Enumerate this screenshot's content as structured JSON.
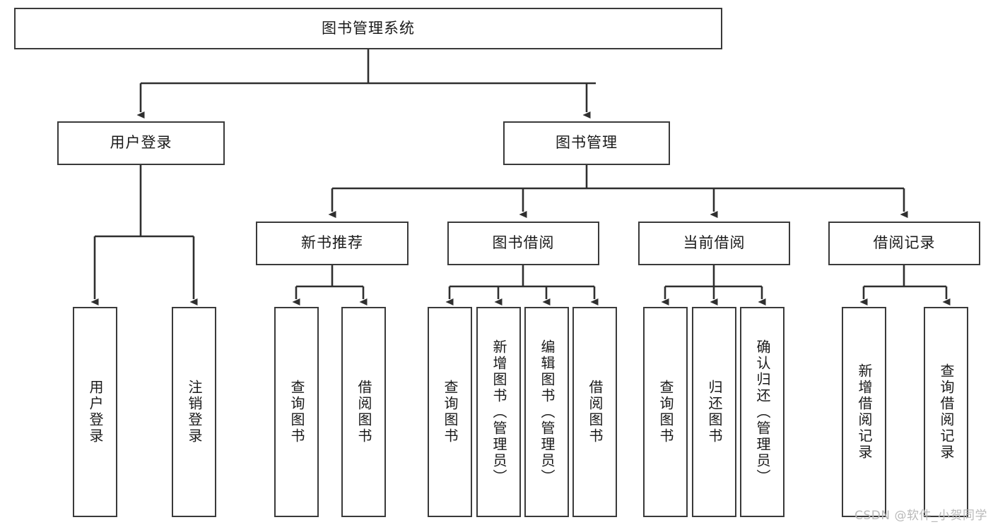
{
  "diagram": {
    "title": "图书管理系统",
    "type": "tree",
    "root": {
      "id": "root",
      "label": "图书管理系统"
    },
    "level1": [
      {
        "id": "user-login",
        "label": "用户登录"
      },
      {
        "id": "book-manage",
        "label": "图书管理"
      }
    ],
    "level2": [
      {
        "id": "new-book-rec",
        "label": "新书推荐",
        "parent": "book-manage"
      },
      {
        "id": "book-borrow",
        "label": "图书借阅",
        "parent": "book-manage"
      },
      {
        "id": "current-borrow",
        "label": "当前借阅",
        "parent": "book-manage"
      },
      {
        "id": "borrow-record",
        "label": "借阅记录",
        "parent": "book-manage"
      }
    ],
    "leaves": [
      {
        "id": "leaf-user-login",
        "label": "用户登录",
        "parent": "user-login"
      },
      {
        "id": "leaf-logout-login",
        "label": "注销登录",
        "parent": "user-login"
      },
      {
        "id": "leaf-query-book-1",
        "label": "查询图书",
        "parent": "new-book-rec"
      },
      {
        "id": "leaf-borrow-book-1",
        "label": "借阅图书",
        "parent": "new-book-rec"
      },
      {
        "id": "leaf-query-book-2",
        "label": "查询图书",
        "parent": "book-borrow"
      },
      {
        "id": "leaf-add-book",
        "label": "新增图书（管理员）",
        "parent": "book-borrow"
      },
      {
        "id": "leaf-edit-book",
        "label": "编辑图书（管理员）",
        "parent": "book-borrow"
      },
      {
        "id": "leaf-borrow-book-2",
        "label": "借阅图书",
        "parent": "book-borrow"
      },
      {
        "id": "leaf-query-book-3",
        "label": "查询图书",
        "parent": "current-borrow"
      },
      {
        "id": "leaf-return-book",
        "label": "归还图书",
        "parent": "current-borrow"
      },
      {
        "id": "leaf-confirm-return",
        "label": "确认归还（管理员）",
        "parent": "current-borrow"
      },
      {
        "id": "leaf-add-record",
        "label": "新增借阅记录",
        "parent": "borrow-record"
      },
      {
        "id": "leaf-query-record",
        "label": "查询借阅记录",
        "parent": "borrow-record"
      }
    ],
    "colors": {
      "stroke": "#3a3a3a",
      "box_fill": "#ffffff",
      "text": "#1a1a1a",
      "watermark": "#b9b9b9",
      "background": "#ffffff"
    }
  },
  "watermark": {
    "text": "CSDN @软件_小贺同学"
  }
}
